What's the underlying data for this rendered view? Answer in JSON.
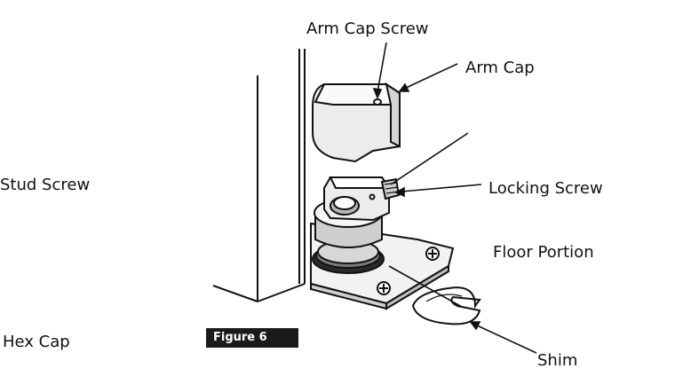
{
  "labels": {
    "arm_cap_screw": "Arm Cap Screw",
    "arm_cap": "Arm Cap",
    "stud_screw": "Stud Screw",
    "locking_screw": "Locking Screw",
    "floor_portion": "Floor Portion",
    "hex_cap": "Hex Cap",
    "shim": "Shim"
  },
  "figure": {
    "tag": "Figure 6",
    "tag_color": "#1a1a1a"
  },
  "colors": {
    "line": "#111111",
    "part_fill_light": "#f4f4f4",
    "part_fill_mid": "#d6d6d6",
    "part_fill_dark": "#9a9a9a"
  }
}
